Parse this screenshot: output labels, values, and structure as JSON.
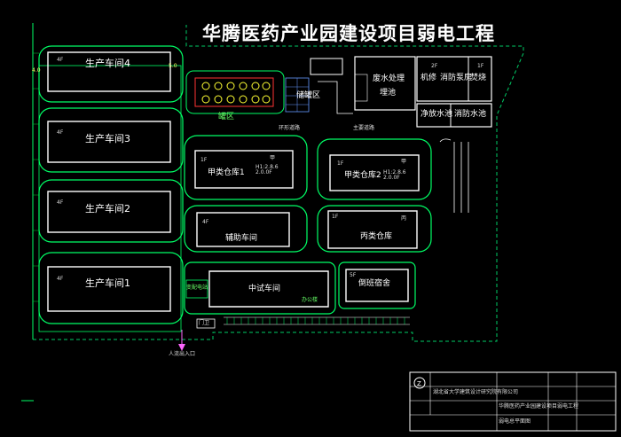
{
  "title": "华腾医药产业园建设项目弱电工程",
  "buildings": {
    "prod4": {
      "floors": "4F",
      "name": "生产车间4"
    },
    "prod3": {
      "floors": "4F",
      "name": "生产车间3"
    },
    "prod2": {
      "floors": "4F",
      "name": "生产车间2"
    },
    "prod1": {
      "floors": "4F",
      "name": "生产车间1"
    },
    "wh_a1": {
      "floors": "1F",
      "name": "甲类仓库1",
      "code": "甲",
      "spec": "H1:2.8.6 2.0.0F"
    },
    "wh_a2": {
      "floors": "1F",
      "name": "甲类仓库2",
      "code": "甲",
      "spec": "H1:2.8.6 2.0.0F"
    },
    "aux": {
      "floors": "4F",
      "name": "辅助车间"
    },
    "wh_c": {
      "floors": "1F",
      "name": "丙类仓库",
      "code": "丙"
    },
    "pilot": {
      "name": "中试车间"
    },
    "dorm": {
      "floors": "5F",
      "name": "倒班宿舍"
    },
    "waste": {
      "name": "废水处理",
      "sub": "埋池"
    },
    "pump": {
      "floors": "2F",
      "name": "机修",
      "sub": "消防泵房"
    },
    "boiler": {
      "floors": "1F",
      "name": "焚烧"
    },
    "pool1": {
      "name": "净放水池"
    },
    "pool2": {
      "name": "消防水池"
    },
    "tank": {
      "name": "罐区"
    },
    "guard": {
      "name": "门卫"
    },
    "tank_area": {
      "name": "储罐区"
    }
  },
  "labels": {
    "fire_road": "环形道路",
    "main_road": "主要道路",
    "entrance": "人流出入口",
    "station": "变配电站",
    "plant_office": "办公楼",
    "dim1": "4.0",
    "dim2": "5.0"
  },
  "title_block": {
    "company": "湖北省大学建筑设计研究院有限公司",
    "project": "华腾医药产业园建设项目弱电工程",
    "drawing": "弱电总平面图"
  }
}
